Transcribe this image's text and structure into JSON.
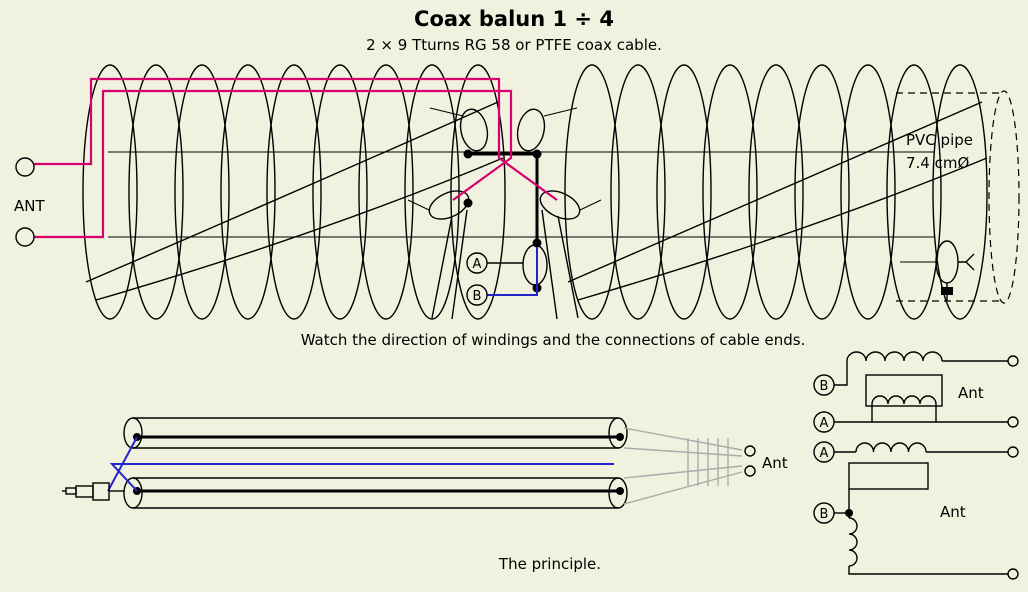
{
  "colors": {
    "background": "#F1F1DF",
    "wire_pink": "#D6006E",
    "wire_blue": "#2323CC",
    "wire_gray": "#ABABAB"
  },
  "header": {
    "title": "Coax balun 1 ÷ 4",
    "subtitle": "2 × 9 Tturns RG 58 or PTFE coax cable."
  },
  "main_diagram": {
    "ant_label": "ANT",
    "pvc_label_line1": "PVC pipe",
    "pvc_label_line2": "7.4 cmØ",
    "terminal_a": "A",
    "terminal_b": "B",
    "caption": "Watch the direction of windings and the connections of cable ends."
  },
  "principle": {
    "caption": "The principle.",
    "ant_label": "Ant"
  },
  "schematic_top": {
    "terminal_b": "B",
    "terminal_a": "A",
    "ant_label": "Ant"
  },
  "schematic_bottom": {
    "terminal_a": "A",
    "terminal_b": "B",
    "ant_label": "Ant"
  }
}
